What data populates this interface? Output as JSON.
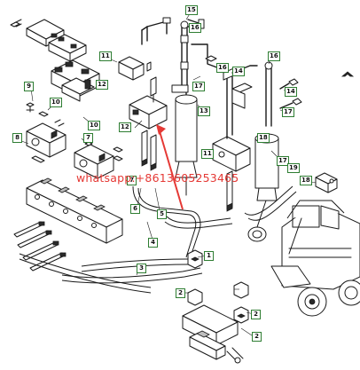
{
  "watermark": "whatsapp:+8613605253465",
  "colors": {
    "line": "#1a1a1a",
    "callout_border": "#2e7d32",
    "watermark": "#e53935",
    "arrow": "#e53935"
  },
  "callouts": {
    "c15": "15",
    "c16a": "16",
    "c16b": "16",
    "c16c": "16",
    "c13": "13",
    "c11a": "11",
    "c11b": "11",
    "c12a": "12",
    "c12b": "12",
    "c14a": "14",
    "c14b": "14",
    "c18a": "18",
    "c18b": "18",
    "c9": "9",
    "c10a": "10",
    "c10b": "10",
    "c8": "8",
    "c7a": "7",
    "c7b": "7",
    "c17a": "17",
    "c17b": "17",
    "c17c": "17",
    "c19": "19",
    "c6": "6",
    "c5": "5",
    "c4": "4",
    "c3": "3",
    "c1": "1",
    "c2a": "2",
    "c2b": "2",
    "c2c": "2"
  }
}
